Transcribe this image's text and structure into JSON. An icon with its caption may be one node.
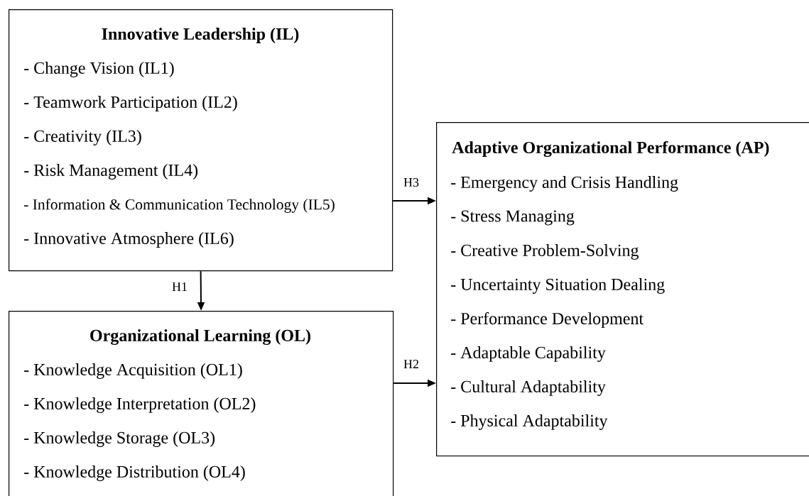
{
  "diagram": {
    "nodes": [
      {
        "text": [
          "Innovative Leadership (IL)",
          "- Change Vision (IL1)",
          "- Teamwork Participation (IL2)",
          "- Creativity (IL3)",
          "- Risk Management (IL4)",
          "- Information & Communication Technology (IL5)",
          "- Innovative Atmosphere (IL6)"
        ]
      },
      {
        "text": [
          "Organizational Learning (OL)",
          "- Knowledge Acquisition (OL1)",
          "- Knowledge Interpretation (OL2)",
          "- Knowledge Storage (OL3)",
          "- Knowledge Distribution (OL4)"
        ]
      },
      {
        "text": [
          "Adaptive Organizational Performance (AP)",
          "- Emergency and Crisis Handling",
          "- Stress Managing",
          "- Creative Problem-Solving",
          "- Uncertainty Situation Dealing",
          "- Performance Development",
          "- Adaptable Capability",
          "- Cultural Adaptability",
          "- Physical Adaptability"
        ]
      }
    ],
    "edges": [
      {
        "from": 0,
        "to": 2,
        "arrow": "to",
        "label": "H3"
      },
      {
        "from": 0,
        "to": 1,
        "arrow": "to",
        "label": "H1"
      },
      {
        "from": 1,
        "to": 2,
        "arrow": "to",
        "label": "H2"
      }
    ]
  }
}
